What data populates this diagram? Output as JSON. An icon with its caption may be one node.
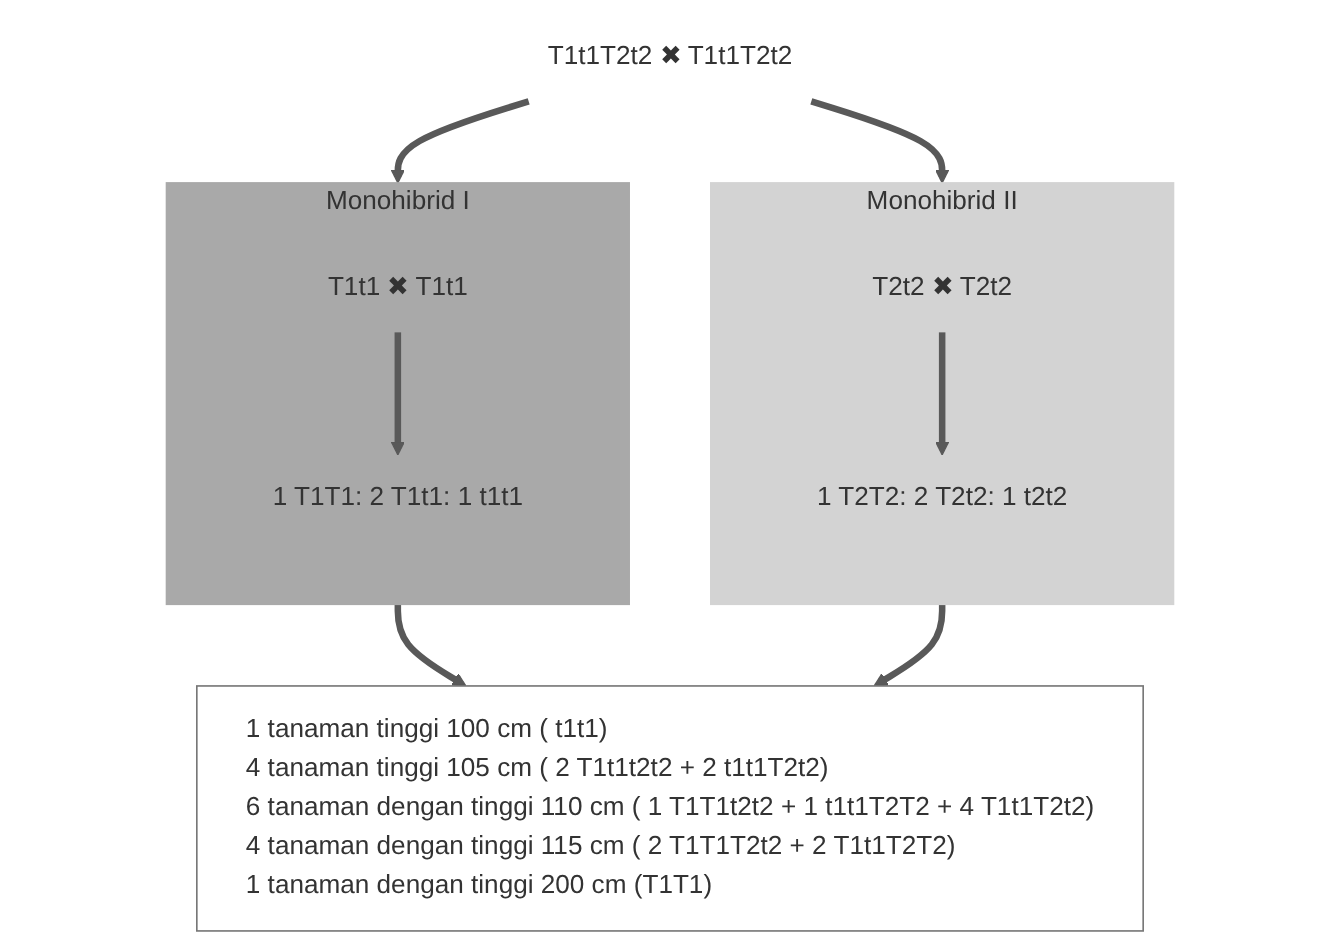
{
  "diagram": {
    "nodes": [
      {
        "text": [
          "T1t1T2t2 ✖ T1t1T2t2"
        ]
      },
      {
        "text": [
          "Monohibrid I"
        ]
      },
      {
        "text": [
          "T1t1 ✖ T1t1"
        ],
        "in": 1
      },
      {
        "text": [
          "1 T1T1: 2 T1t1: 1 t1t1"
        ],
        "in": 1
      },
      {
        "text": [
          "Monohibrid II"
        ]
      },
      {
        "text": [
          "T2t2 ✖ T2t2"
        ],
        "in": 4
      },
      {
        "text": [
          "1 T2T2: 2 T2t2: 1 t2t2"
        ],
        "in": 4
      },
      {
        "text": [
          "1 tanaman tinggi 100 cm ( t1t1)",
          "4 tanaman tinggi 105 cm ( 2 T1t1t2t2 + 2 t1t1T2t2)",
          "6 tanaman dengan tinggi 110 cm ( 1 T1T1t2t2 + 1 t1t1T2T2 + 4 T1t1T2t2)",
          "4 tanaman dengan tinggi 115 cm ( 2 T1T1T2t2 + 2 T1t1T2T2)",
          "1 tanaman dengan tinggi 200 cm (T1T1)"
        ]
      }
    ],
    "edges": [
      {
        "from": 0,
        "to": 1,
        "arrow": "to"
      },
      {
        "from": 0,
        "to": 4,
        "arrow": "to"
      },
      {
        "from": 2,
        "to": 3,
        "arrow": "to"
      },
      {
        "from": 5,
        "to": 6,
        "arrow": "to"
      },
      {
        "from": 1,
        "to": 7,
        "arrow": "to"
      },
      {
        "from": 4,
        "to": 7,
        "arrow": "to"
      }
    ]
  }
}
